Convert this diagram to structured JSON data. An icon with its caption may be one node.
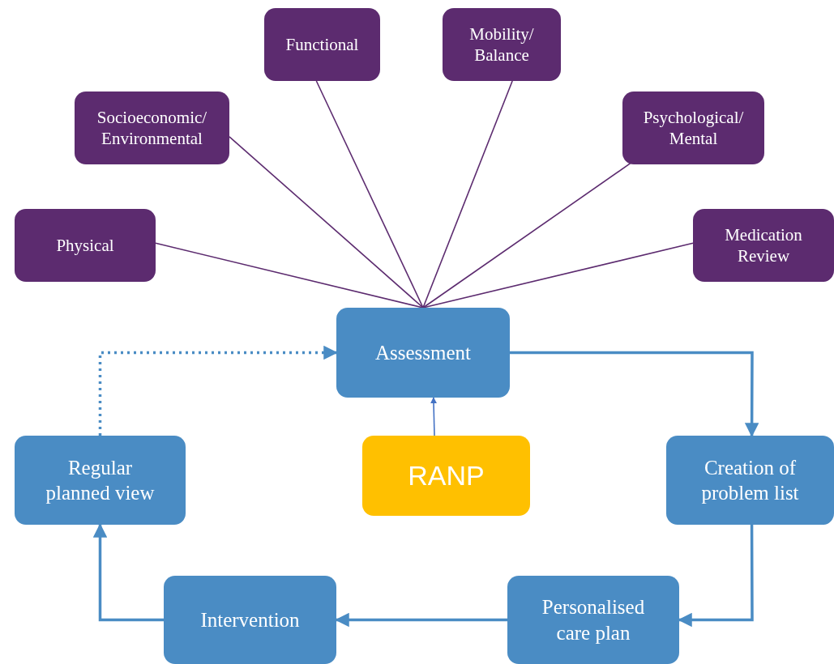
{
  "diagram": {
    "nodes": [
      {
        "text": [
          "Functional"
        ]
      },
      {
        "text": [
          "Mobility/ Balance"
        ]
      },
      {
        "text": [
          "Socioeconomic/ Environmental"
        ]
      },
      {
        "text": [
          "Psychological/ Mental"
        ]
      },
      {
        "text": [
          "Physical"
        ]
      },
      {
        "text": [
          "Medication Review"
        ]
      },
      {
        "text": [
          "Assessment"
        ]
      },
      {
        "text": [
          "Regular planned view"
        ]
      },
      {
        "text": [
          "RANP"
        ]
      },
      {
        "text": [
          "Creation of problem list"
        ]
      },
      {
        "text": [
          "Personalised care plan"
        ]
      },
      {
        "text": [
          "Intervention"
        ]
      }
    ],
    "edges": [
      {
        "from": 0,
        "to": 6,
        "arrow": "none"
      },
      {
        "from": 1,
        "to": 6,
        "arrow": "none"
      },
      {
        "from": 2,
        "to": 6,
        "arrow": "none"
      },
      {
        "from": 3,
        "to": 6,
        "arrow": "none"
      },
      {
        "from": 4,
        "to": 6,
        "arrow": "none"
      },
      {
        "from": 5,
        "to": 6,
        "arrow": "none"
      },
      {
        "from": 6,
        "to": 9,
        "arrow": "to",
        "style": "thick",
        "color": "#4a8cc4"
      },
      {
        "from": 9,
        "to": 10,
        "arrow": "to",
        "style": "thick",
        "color": "#4a8cc4"
      },
      {
        "from": 10,
        "to": 11,
        "arrow": "to",
        "style": "thick",
        "color": "#4a8cc4"
      },
      {
        "from": 11,
        "to": 7,
        "arrow": "to",
        "style": "thick",
        "color": "#4a8cc4"
      },
      {
        "from": 7,
        "to": 6,
        "arrow": "to",
        "style": "dashed",
        "color": "#4a8cc4"
      },
      {
        "from": 8,
        "to": 6,
        "arrow": "to",
        "color": "#4472c4"
      }
    ]
  }
}
